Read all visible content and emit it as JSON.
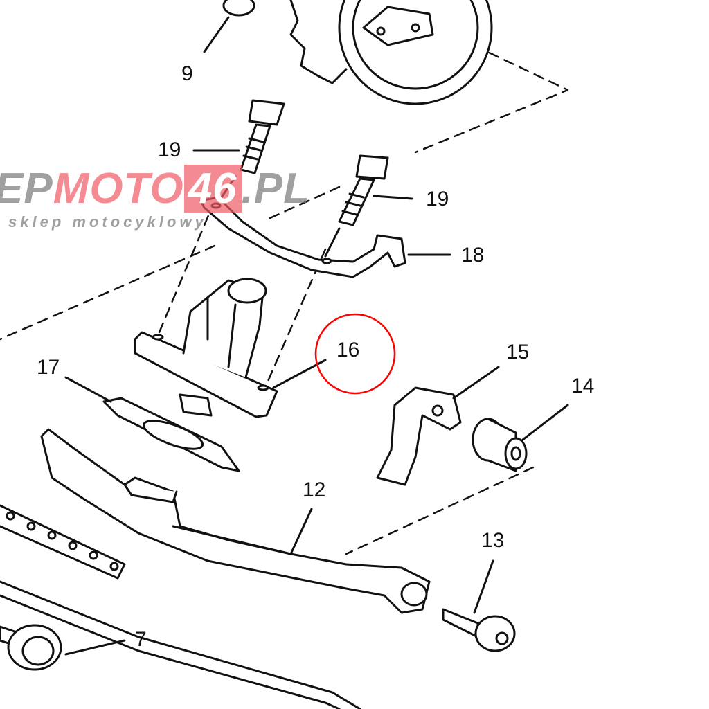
{
  "callouts": {
    "p9": "9",
    "p19a": "19",
    "p19b": "19",
    "p18": "18",
    "p16": "16",
    "p15": "15",
    "p14": "14",
    "p17": "17",
    "p12": "12",
    "p13": "13",
    "p7": "7"
  },
  "highlight": {
    "part": "16",
    "color": "#ff0000"
  },
  "watermark": {
    "prefix": "EP",
    "middle": "MOTO",
    "number": "46",
    "suffix": ".PL",
    "tagline": "sklep motocyklowy"
  }
}
